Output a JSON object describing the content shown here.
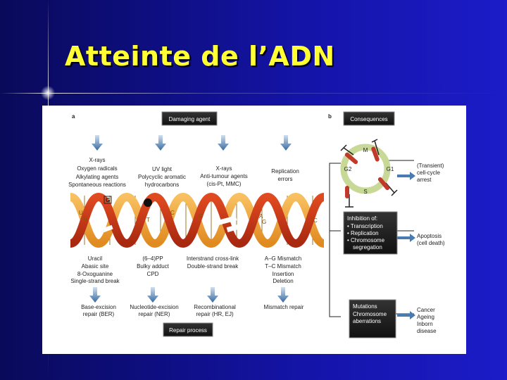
{
  "slide": {
    "title": "Atteinte de l’ADN"
  },
  "figure": {
    "panel_a_label": "a",
    "panel_b_label": "b",
    "damaging_agent_box": "Damaging agent",
    "consequences_box": "Consequences",
    "repair_process_box": "Repair process",
    "agents": [
      [
        "X-rays",
        "Oxygen radicals",
        "Alkylating agents",
        "Spontaneous reactions"
      ],
      [
        "UV light",
        "Polycyclic aromatic",
        "hydrocarbons"
      ],
      [
        "X-rays",
        "Anti-tumour agents",
        "(cis-Pt, MMC)"
      ],
      [
        "Replication",
        "errors"
      ]
    ],
    "lesions": [
      [
        "Uracil",
        "Abasic site",
        "8-Oxoguanine",
        "Single-strand break"
      ],
      [
        "(6–4)PP",
        "Bulky adduct",
        "CPD"
      ],
      [
        "Interstrand cross-link",
        "Double-strand break"
      ],
      [
        "A–G Mismatch",
        "T–C Mismatch",
        "Insertion",
        "Deletion"
      ]
    ],
    "repairs": [
      [
        "Base-excision",
        "repair (BER)"
      ],
      [
        "Nucleotide-excision",
        "repair (NER)"
      ],
      [
        "Recombinational",
        "repair (HR, EJ)"
      ],
      [
        "Mismatch repair"
      ]
    ],
    "helix_letters": {
      "u": "U",
      "g": "G",
      "box_g": "G",
      "t": "T",
      "a": "A",
      "c": "C"
    },
    "cell_cycle": {
      "m": "M",
      "g1": "G1",
      "s": "S",
      "g2": "G2"
    },
    "transient_arrest": [
      "(Transient)",
      "cell-cycle",
      "arrest"
    ],
    "inhibition_box": [
      "Inhibition of:",
      "• Transcription",
      "• Replication",
      "• Chromosome",
      "segregation"
    ],
    "apoptosis": [
      "Apoptosis",
      "(cell death)"
    ],
    "mutations_box": [
      "Mutations",
      "Chromosome",
      "aberrations"
    ],
    "outcomes": [
      "Cancer",
      "Ageing",
      "Inborn",
      "disease"
    ]
  },
  "colors": {
    "title": "#ffff33",
    "helix_orange": "#f2a53a",
    "helix_red": "#c83214",
    "arrow_blue": "#4a7bb0",
    "box_dark": "#1a1a1a",
    "cell_cycle_green": "#c8d896"
  }
}
